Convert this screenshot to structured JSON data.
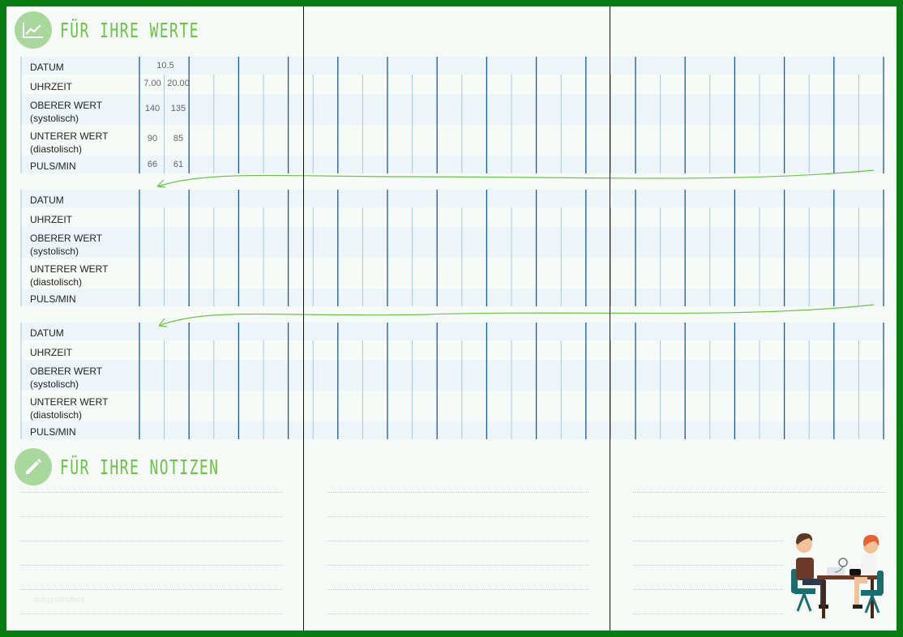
{
  "values_section": {
    "title": "FÜR IHRE WERTE",
    "icon": "chart-icon",
    "row_labels": [
      "DATUM",
      "UHRZEIT",
      "OBERER WERT\n(systolisch)",
      "UNTERER WERT\n(diastolisch)",
      "PULS/MIN"
    ],
    "entries": [
      {
        "date": "10.5",
        "time": "7.00",
        "systolic": "140",
        "diastolic": "90",
        "pulse": "66"
      },
      {
        "time": "20.00",
        "systolic": "135",
        "diastolic": "85",
        "pulse": "61"
      }
    ]
  },
  "notes_section": {
    "title": "FÜR IHRE NOTIZEN",
    "icon": "pencil-icon",
    "faint_text": "zurgesundheit"
  },
  "illustration": "doctor-patient-blood-pressure-illustration",
  "colors": {
    "border": "#0a7d12",
    "accent_green": "#6cc24a",
    "icon_circle": "#a9d89d",
    "line_dark_blue": "#1e5a96",
    "line_light_blue": "#a9c6e0",
    "stripe": "#edf5f9"
  }
}
